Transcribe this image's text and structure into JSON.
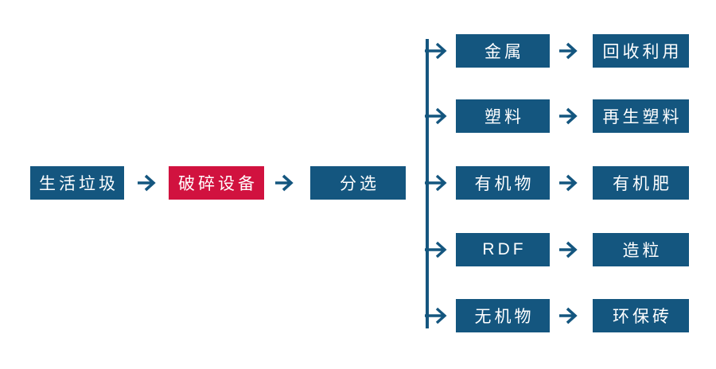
{
  "diagram": {
    "title_semantic": "household-waste-processing-flow",
    "colors": {
      "primary_blue": "#14567F",
      "accent_red": "#D1123F",
      "background": "#FFFFFF",
      "text": "#FFFFFF"
    },
    "main_flow": {
      "nodes": [
        {
          "label": "生活垃圾",
          "color": "blue"
        },
        {
          "label": "破碎设备",
          "color": "red"
        },
        {
          "label": "分选",
          "color": "blue"
        }
      ]
    },
    "branches": [
      {
        "source": "金属",
        "result": "回收利用"
      },
      {
        "source": "塑料",
        "result": "再生塑料"
      },
      {
        "source": "有机物",
        "result": "有机肥"
      },
      {
        "source": "RDF",
        "result": "造粒"
      },
      {
        "source": "无机物",
        "result": "环保砖"
      }
    ]
  }
}
